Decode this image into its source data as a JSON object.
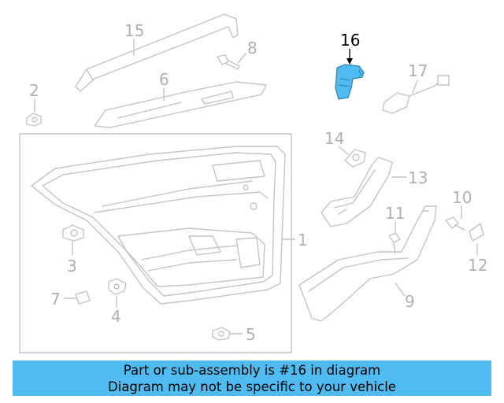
{
  "callouts": {
    "c1": "1",
    "c2": "2",
    "c3": "3",
    "c4": "4",
    "c5": "5",
    "c6": "6",
    "c7": "7",
    "c8": "8",
    "c9": "9",
    "c10": "10",
    "c11": "11",
    "c12": "12",
    "c13": "13",
    "c14": "14",
    "c15": "15",
    "c16": "16",
    "c17": "17"
  },
  "highlight_color": "#4fbbf0",
  "banner": {
    "line1": "Part or sub-assembly is #16 in diagram",
    "line2": "Diagram may not be specific to your vehicle"
  }
}
